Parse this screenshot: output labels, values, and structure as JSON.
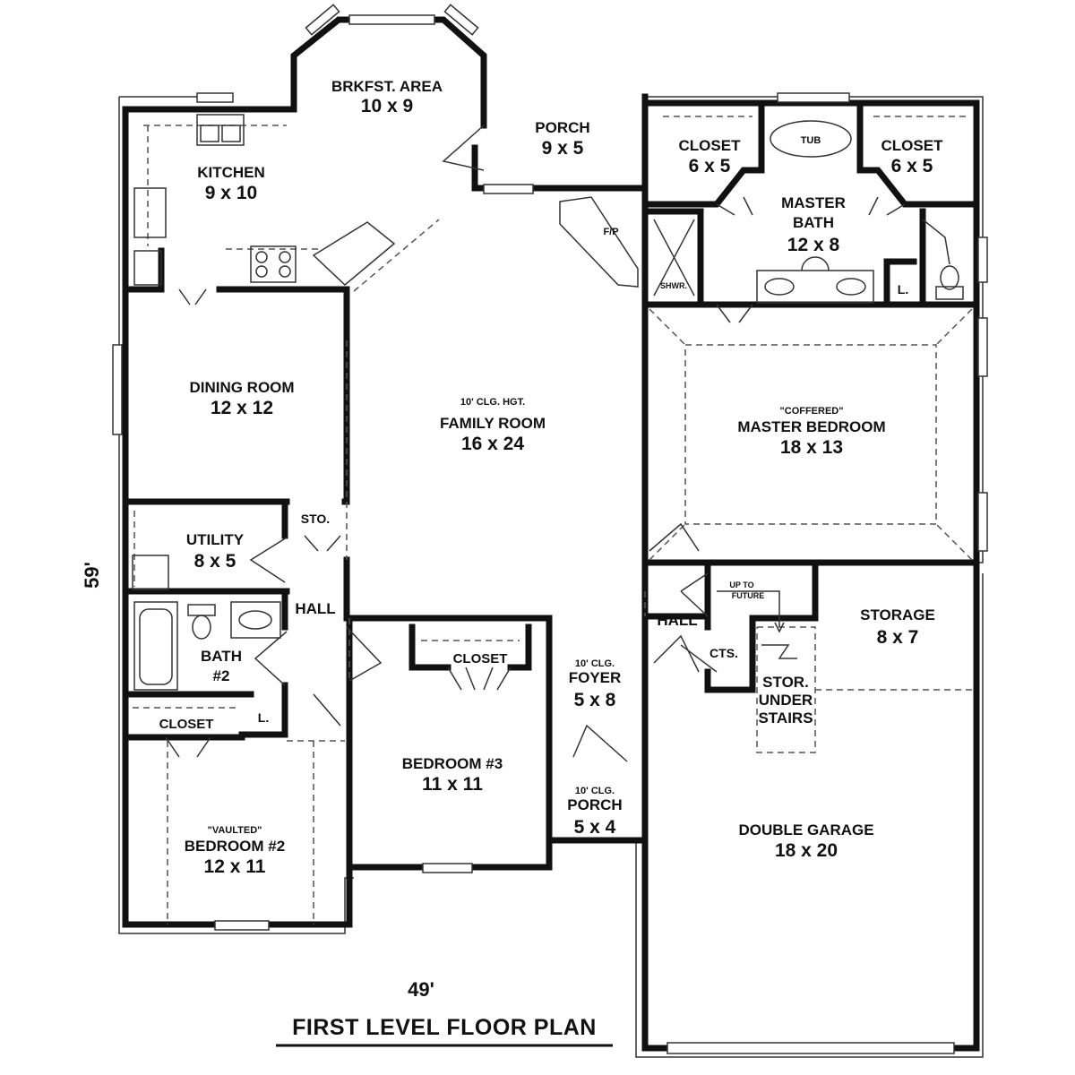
{
  "plan": {
    "title": "FIRST LEVEL FLOOR PLAN",
    "width_label": "49'",
    "depth_label": "59'"
  },
  "rooms": {
    "breakfast": {
      "name": "BRKFST. AREA",
      "size": "10 x 9"
    },
    "kitchen": {
      "name": "KITCHEN",
      "size": "9 x 10"
    },
    "porch_rear": {
      "name": "PORCH",
      "size": "9 x 5"
    },
    "closet_left_master": {
      "name": "CLOSET",
      "size": "6 x 5"
    },
    "closet_right_master": {
      "name": "CLOSET",
      "size": "6 x 5"
    },
    "master_bath": {
      "name": "MASTER",
      "name2": "BATH",
      "size": "12 x 8"
    },
    "dining": {
      "name": "DINING ROOM",
      "size": "12 x 12"
    },
    "family": {
      "note": "10' CLG. HGT.",
      "name": "FAMILY ROOM",
      "size": "16 x 24"
    },
    "master_bedroom": {
      "note": "\"COFFERED\"",
      "name": "MASTER BEDROOM",
      "size": "18 x 13"
    },
    "utility": {
      "name": "UTILITY",
      "size": "8 x 5"
    },
    "bath2": {
      "name": "BATH",
      "size": "#2"
    },
    "bedroom3": {
      "name": "BEDROOM #3",
      "size": "11 x 11"
    },
    "foyer": {
      "note": "10' CLG.",
      "name": "FOYER",
      "size": "5 x 8"
    },
    "storage": {
      "name": "STORAGE",
      "size": "8 x 7"
    },
    "bedroom2": {
      "note": "\"VAULTED\"",
      "name": "BEDROOM #2",
      "size": "12 x 11"
    },
    "porch_front": {
      "note": "10' CLG.",
      "name": "PORCH",
      "size": "5 x 4"
    },
    "garage": {
      "name": "DOUBLE GARAGE",
      "size": "18 x 20"
    }
  },
  "labels": {
    "sto": "STO.",
    "hall_left": "HALL",
    "hall_right": "HALL",
    "closet_bed3": "CLOSET",
    "closet_bed2": "CLOSET",
    "linen_bath2": "L.",
    "linen_master": "L.",
    "cts": "CTS.",
    "stor_under_stairs_1": "STOR.",
    "stor_under_stairs_2": "UNDER",
    "stor_under_stairs_3": "STAIRS",
    "up_to_future_1": "UP TO",
    "up_to_future_2": "FUTURE",
    "fireplace": "F/P",
    "shower": "SHWR.",
    "tub": "TUB"
  }
}
